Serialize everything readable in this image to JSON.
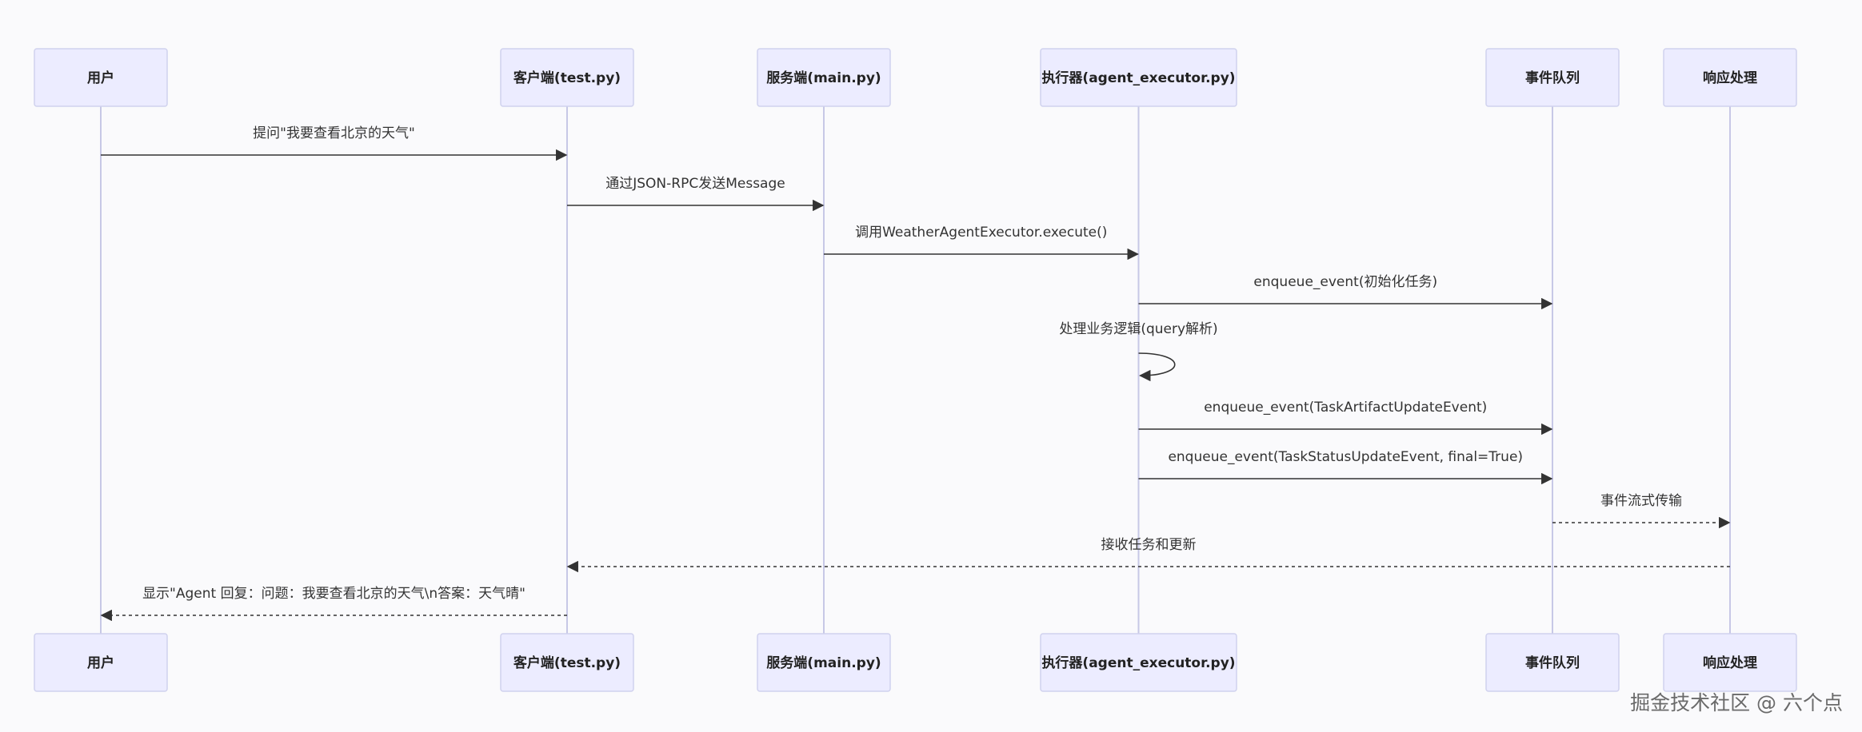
{
  "participants": [
    {
      "id": "user",
      "label": "用户"
    },
    {
      "id": "client",
      "label": "客户端(test.py)"
    },
    {
      "id": "server",
      "label": "服务端(main.py)"
    },
    {
      "id": "executor",
      "label": "执行器(agent_executor.py)"
    },
    {
      "id": "queue",
      "label": "事件队列"
    },
    {
      "id": "response",
      "label": "响应处理"
    }
  ],
  "messages": [
    {
      "from": "user",
      "to": "client",
      "label": "提问\"我要查看北京的天气\"",
      "style": "solid"
    },
    {
      "from": "client",
      "to": "server",
      "label": "通过JSON-RPC发送Message",
      "style": "solid"
    },
    {
      "from": "server",
      "to": "executor",
      "label": "调用WeatherAgentExecutor.execute()",
      "style": "solid"
    },
    {
      "from": "executor",
      "to": "queue",
      "label": "enqueue_event(初始化任务)",
      "style": "solid"
    },
    {
      "from": "executor",
      "to": "executor",
      "label": "处理业务逻辑(query解析)",
      "style": "self"
    },
    {
      "from": "executor",
      "to": "queue",
      "label": "enqueue_event(TaskArtifactUpdateEvent)",
      "style": "solid"
    },
    {
      "from": "executor",
      "to": "queue",
      "label": "enqueue_event(TaskStatusUpdateEvent, final=True)",
      "style": "solid"
    },
    {
      "from": "queue",
      "to": "response",
      "label": "事件流式传输",
      "style": "dashed"
    },
    {
      "from": "response",
      "to": "client",
      "label": "接收任务和更新",
      "style": "dashed"
    },
    {
      "from": "client",
      "to": "user",
      "label": "显示\"Agent 回复：问题：我要查看北京的天气\\n答案：天气晴\"",
      "style": "dashed"
    }
  ],
  "watermark": "掘金技术社区 @ 六个点"
}
